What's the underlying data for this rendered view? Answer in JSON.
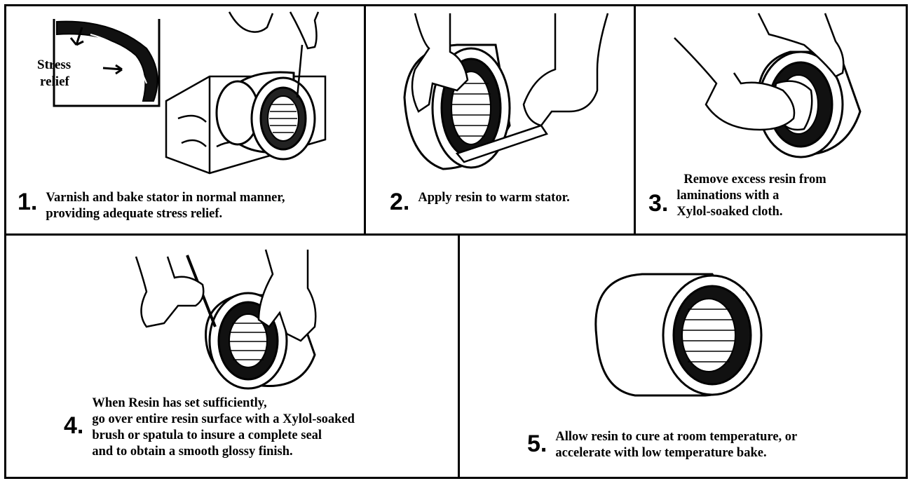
{
  "steps": [
    {
      "number": "1.",
      "lines": [
        "Varnish and bake stator in normal manner,",
        "providing adequate stress relief."
      ],
      "inset_label": [
        "Stress",
        "relief"
      ]
    },
    {
      "number": "2.",
      "lines": [
        "Apply resin to warm stator."
      ]
    },
    {
      "number": "3.",
      "lines": [
        "Remove excess resin from",
        "laminations with a",
        "Xylol-soaked cloth."
      ]
    },
    {
      "number": "4.",
      "lines": [
        "When Resin has set sufficiently,",
        "go over entire resin surface with a Xylol-soaked",
        "brush or spatula to insure a complete seal",
        "and to obtain a smooth glossy finish."
      ]
    },
    {
      "number": "5.",
      "lines": [
        "Allow resin to cure at room temperature, or",
        "accelerate with low temperature bake."
      ]
    }
  ],
  "colors": {
    "ink": "#000000",
    "paper": "#ffffff"
  },
  "icons": [
    "stator-icon",
    "hand-icon",
    "brush-icon",
    "cloth-icon",
    "spatula-icon",
    "tray-icon",
    "stress-relief-inset-icon"
  ]
}
